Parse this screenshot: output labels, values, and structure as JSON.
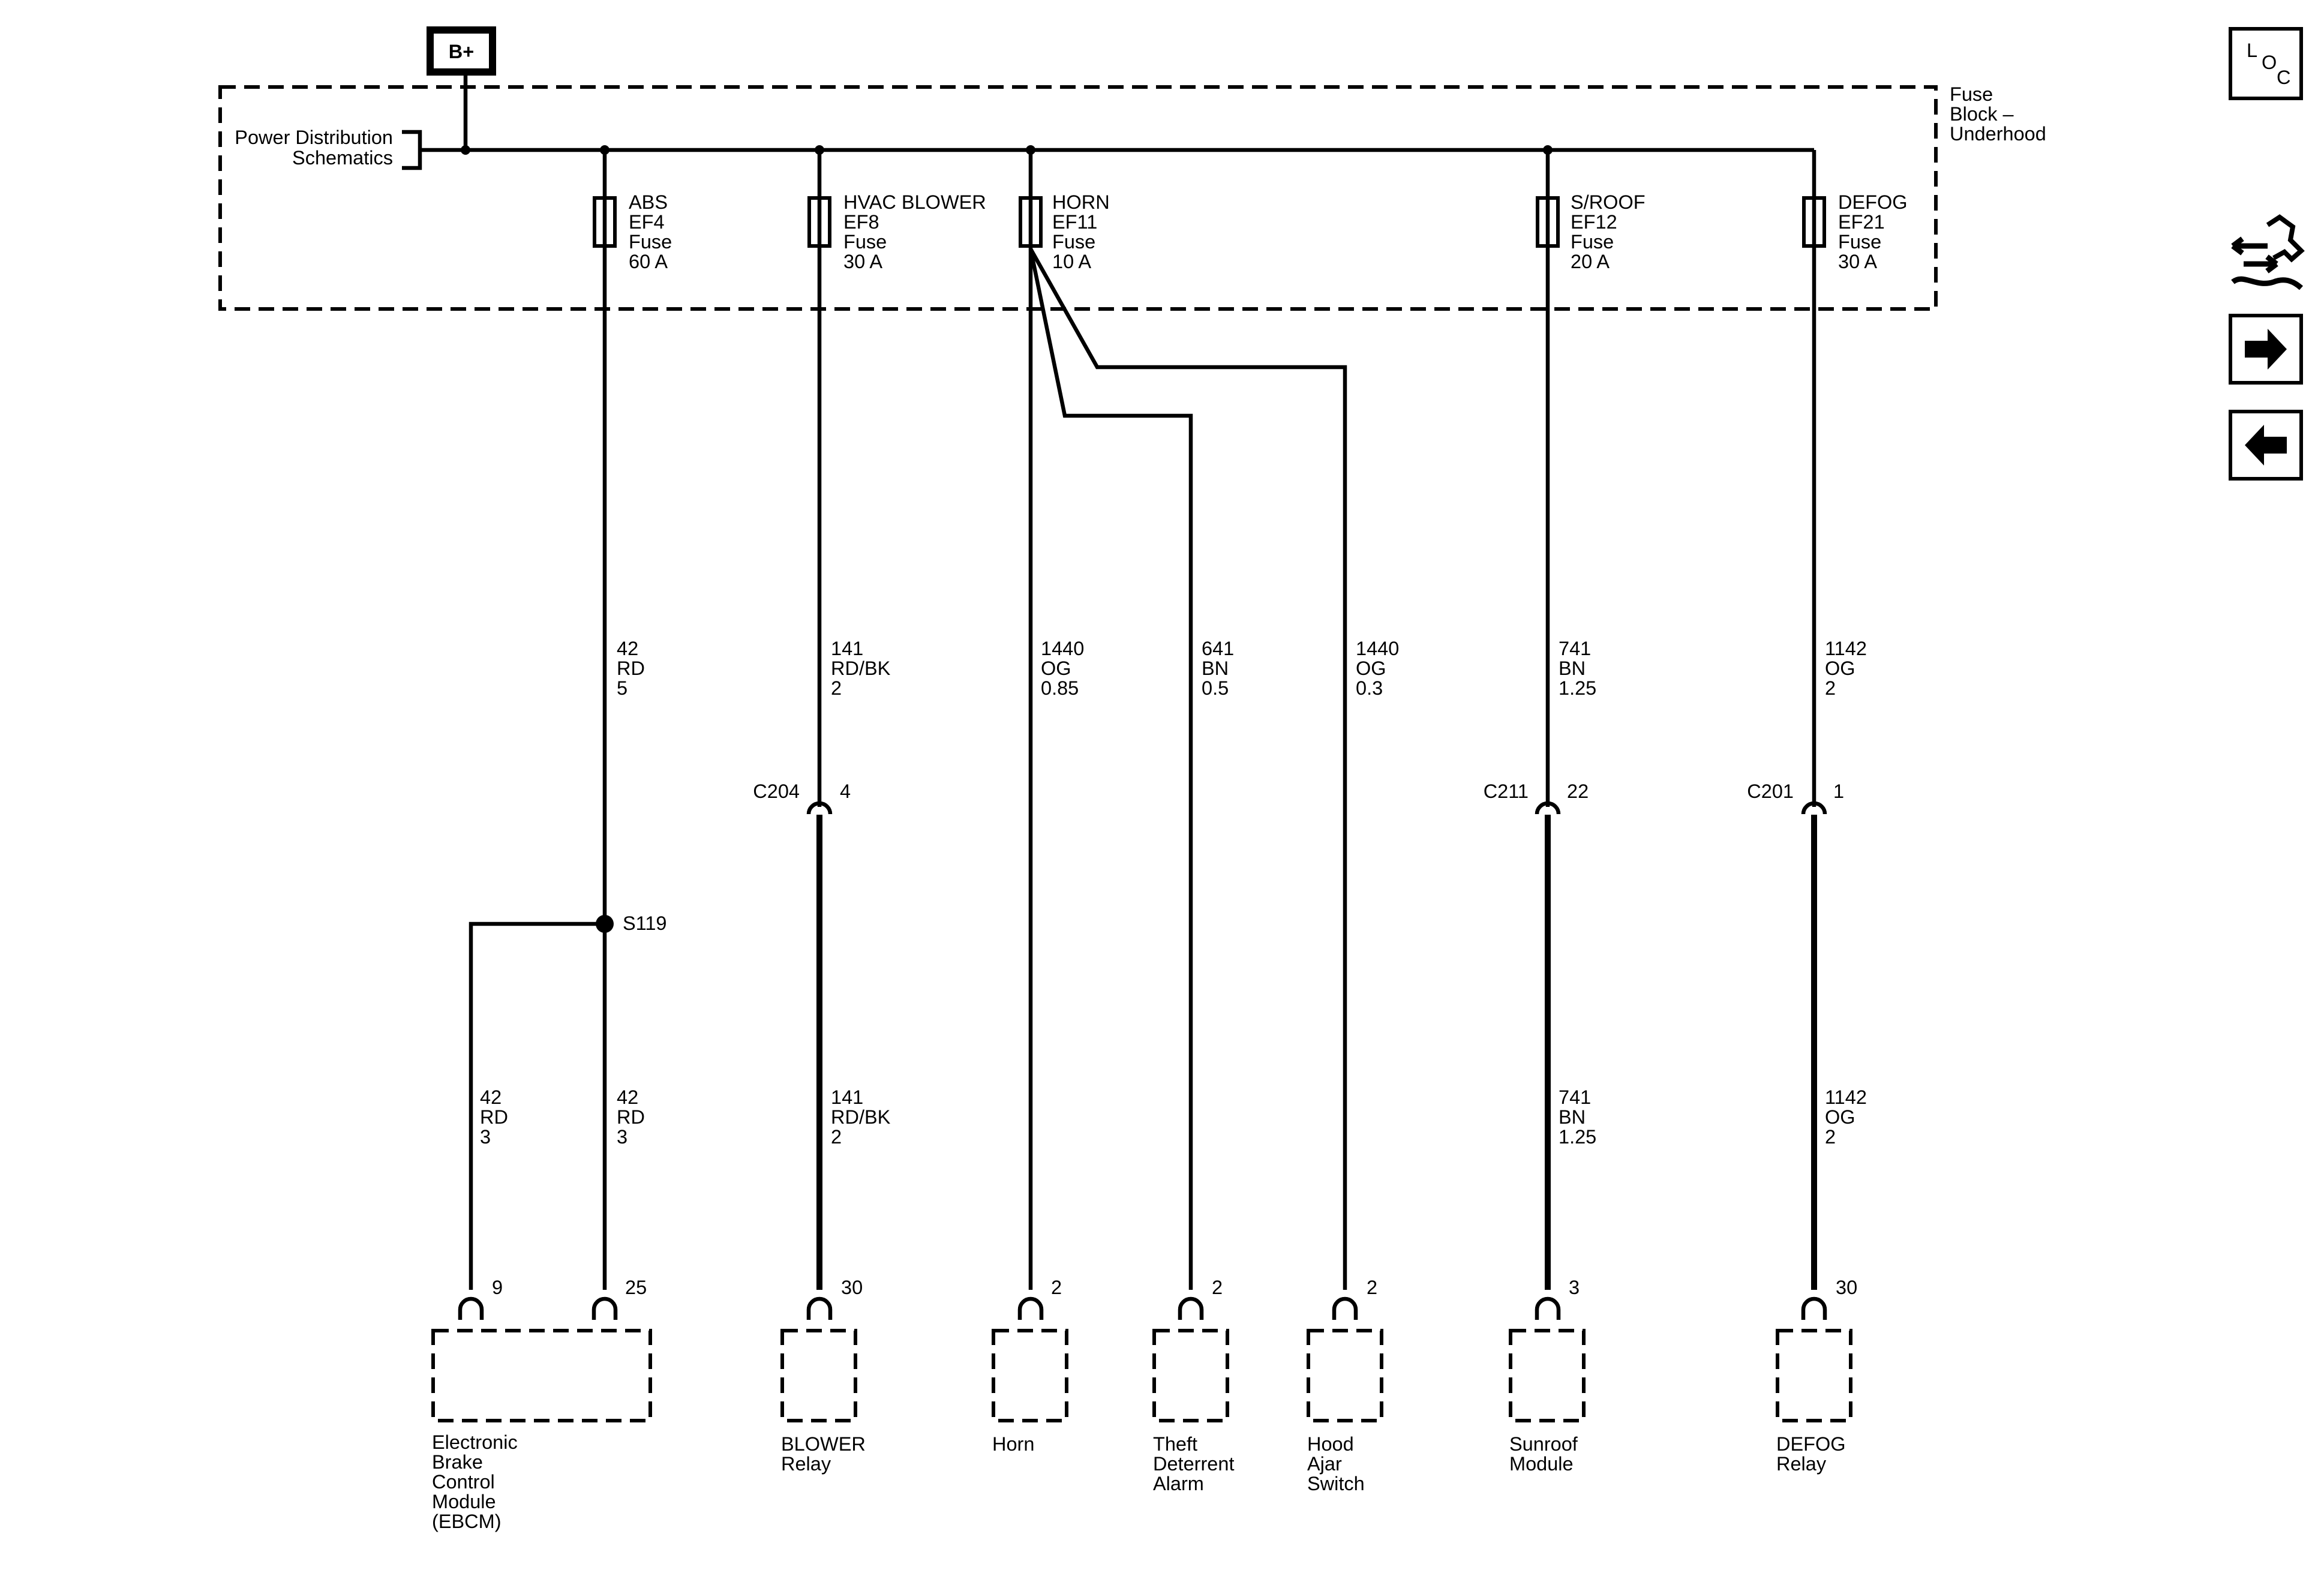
{
  "power": {
    "label": "B+"
  },
  "power_distribution": {
    "line1": "Power Distribution",
    "line2": "Schematics"
  },
  "fuse_block": {
    "line1": "Fuse",
    "line2": "Block –",
    "line3": "Underhood"
  },
  "fuses": [
    {
      "name": "ABS",
      "id": "EF4",
      "type": "Fuse",
      "rating": "60 A"
    },
    {
      "name": "HVAC BLOWER",
      "id": "EF8",
      "type": "Fuse",
      "rating": "30 A"
    },
    {
      "name": "HORN",
      "id": "EF11",
      "type": "Fuse",
      "rating": "10 A"
    },
    {
      "name": "S/ROOF",
      "id": "EF12",
      "type": "Fuse",
      "rating": "20 A"
    },
    {
      "name": "DEFOG",
      "id": "EF21",
      "type": "Fuse",
      "rating": "30 A"
    }
  ],
  "upper_wires": [
    {
      "circuit": "42",
      "color": "RD",
      "size": "5"
    },
    {
      "circuit": "141",
      "color": "RD/BK",
      "size": "2"
    },
    {
      "circuit": "1440",
      "color": "OG",
      "size": "0.85"
    },
    {
      "circuit": "641",
      "color": "BN",
      "size": "0.5"
    },
    {
      "circuit": "1440",
      "color": "OG",
      "size": "0.3"
    },
    {
      "circuit": "741",
      "color": "BN",
      "size": "1.25"
    },
    {
      "circuit": "1142",
      "color": "OG",
      "size": "2"
    }
  ],
  "inline_connectors": [
    {
      "name": "C204",
      "pin": "4"
    },
    {
      "name": "C211",
      "pin": "22"
    },
    {
      "name": "C201",
      "pin": "1"
    }
  ],
  "splice": {
    "name": "S119"
  },
  "lower_wires": [
    {
      "circuit": "42",
      "color": "RD",
      "size": "3"
    },
    {
      "circuit": "42",
      "color": "RD",
      "size": "3"
    },
    {
      "circuit": "141",
      "color": "RD/BK",
      "size": "2"
    },
    {
      "circuit": "741",
      "color": "BN",
      "size": "1.25"
    },
    {
      "circuit": "1142",
      "color": "OG",
      "size": "2"
    }
  ],
  "terminal_pins": [
    "9",
    "25",
    "30",
    "2",
    "2",
    "2",
    "3",
    "30"
  ],
  "components": [
    {
      "lines": [
        "Electronic",
        "Brake",
        "Control",
        "Module",
        "(EBCM)"
      ]
    },
    {
      "lines": [
        "BLOWER",
        "Relay"
      ]
    },
    {
      "lines": [
        "Horn"
      ]
    },
    {
      "lines": [
        "Theft",
        "Deterrent",
        "Alarm"
      ]
    },
    {
      "lines": [
        "Hood",
        "Ajar",
        "Switch"
      ]
    },
    {
      "lines": [
        "Sunroof",
        "Module"
      ]
    },
    {
      "lines": [
        "DEFOG",
        "Relay"
      ]
    }
  ],
  "nav": {
    "loc_l": "L",
    "loc_o": "O",
    "loc_c": "C"
  },
  "icons": [
    "loc-icon",
    "component-swap-icon",
    "next-arrow-icon",
    "back-arrow-icon"
  ]
}
